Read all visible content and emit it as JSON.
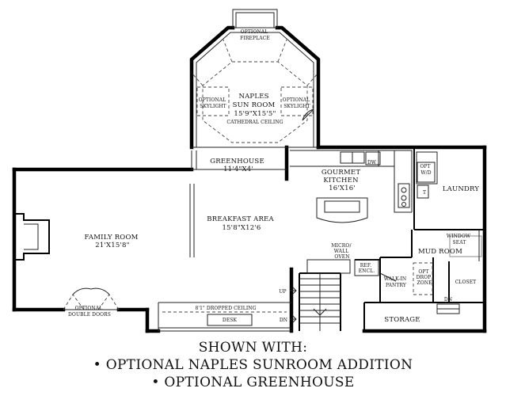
{
  "rooms": {
    "optional_fireplace": [
      "OPTIONAL",
      "FIREPLACE"
    ],
    "sun_room": {
      "name": [
        "NAPLES",
        "SUN ROOM"
      ],
      "dims": "15'9\"X15'5\"",
      "note": "CATHEDRAL CEILING"
    },
    "skylight_left": [
      "OPTIONAL",
      "SKYLIGHT"
    ],
    "skylight_right": [
      "OPTIONAL",
      "SKYLIGHT"
    ],
    "greenhouse": {
      "name": "GREENHOUSE",
      "dims": "11'4\"X4'"
    },
    "kitchen": {
      "name": [
        "GOURMET",
        "KITCHEN"
      ],
      "dims": "16'X16'"
    },
    "dw": "DW",
    "opt_wd": [
      "OPT",
      "W/D"
    ],
    "t": "T",
    "laundry": "LAUNDRY",
    "breakfast": {
      "name": "BREAKFAST AREA",
      "dims": "15'8\"X12'6"
    },
    "family_room": {
      "name": "FAMILY ROOM",
      "dims": "21'X15'8\""
    },
    "micro_oven": [
      "MICRO/",
      "WALL",
      "OVEN"
    ],
    "ref_encl": [
      "REF.",
      "ENCL."
    ],
    "walkin_pantry": [
      "WALK-IN",
      "PANTRY"
    ],
    "opt_drop_zone": [
      "OPT",
      "DROP",
      "ZONE"
    ],
    "window_seat": [
      "WINDOW",
      "SEAT"
    ],
    "mud_room": "MUD ROOM",
    "closet": "CLOSET",
    "up": "UP",
    "dn_stairs": "DN",
    "dn_mud": "DN",
    "optional_double_doors": [
      "OPTIONAL",
      "DOUBLE DOORS"
    ],
    "dropped_ceiling": "8'1\" DROPPED CEILING",
    "desk": "DESK",
    "storage": "STORAGE"
  },
  "footer": {
    "heading": "SHOWN WITH:",
    "items": [
      "• OPTIONAL NAPLES SUNROOM ADDITION",
      "• OPTIONAL GREENHOUSE"
    ]
  }
}
